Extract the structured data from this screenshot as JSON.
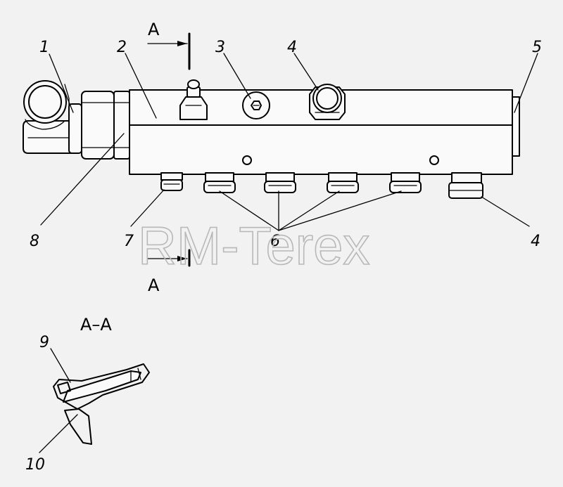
{
  "watermark": "RM-Terex",
  "section": {
    "letter_top": "A",
    "letter_bottom": "A",
    "view_title": "A–A"
  },
  "callouts": {
    "c1": "1",
    "c2": "2",
    "c3": "3",
    "c4a": "4",
    "c4b": "4",
    "c5": "5",
    "c6": "6",
    "c7": "7",
    "c8": "8",
    "c9": "9",
    "c10": "10"
  }
}
